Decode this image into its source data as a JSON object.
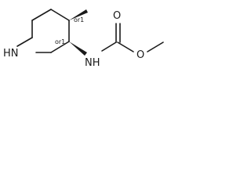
{
  "molecule": {
    "atoms": {
      "ring_nitrogen": "HN",
      "amide_nitrogen": "NH",
      "carbonyl_oxygen": "O",
      "ester_oxygen": "O"
    },
    "stereo_labels": {
      "c4": "or1",
      "c3": "or1"
    },
    "colors": {
      "ink": "#1a1a1a",
      "background": "#ffffff"
    }
  }
}
